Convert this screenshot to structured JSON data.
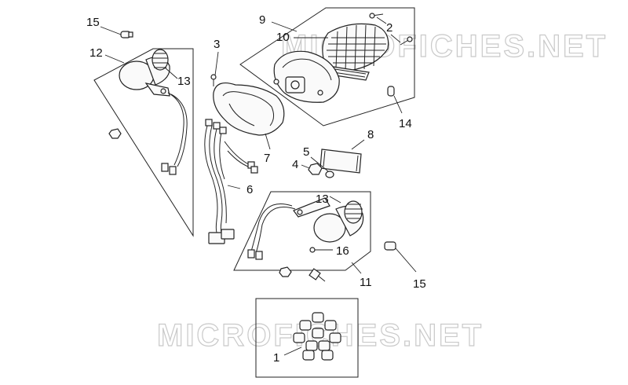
{
  "watermark": "MICROFICHES.NET",
  "callouts": {
    "c1": "1",
    "c2": "2",
    "c3": "3",
    "c4": "4",
    "c5": "5",
    "c6": "6",
    "c7": "7",
    "c8": "8",
    "c9": "9",
    "c10": "10",
    "c11": "11",
    "c12": "12",
    "c13a": "13",
    "c13b": "13",
    "c14": "14",
    "c15a": "15",
    "c15b": "15",
    "c16": "16"
  }
}
